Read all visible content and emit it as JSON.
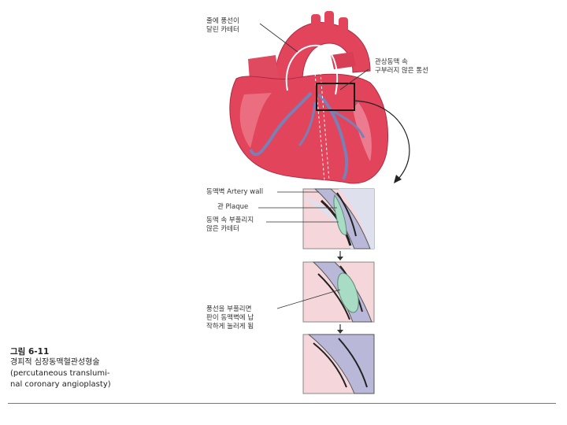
{
  "labels": {
    "top_catheter": "줄에 풍선이\n달린 카테터",
    "coronary_narrowed": "관상동맥 속\n구부러지 않은 통선",
    "artery_wall": "동맥벽 Artery wall",
    "plaque": "관 Plaque",
    "catheter_in_artery": "동맥 속 부풀리지\n않은 카테터",
    "balloon_inflated": "풍선을 부풀리면\n판이 동맥벽에 납\n작하게 눌러게 됨"
  },
  "caption": {
    "figure_number": "그림 6-11",
    "title_korean": "경피적 심장동맥혈관성형술",
    "title_english_1": "(percutaneous translumi-",
    "title_english_2": "nal coronary angioplasty)"
  },
  "colors": {
    "heart": "#e2445c",
    "heart_light": "#f3a0b0",
    "vessel": "#7a7fb4",
    "lumen": "#b9b8d8",
    "balloon": "#a8dcc4",
    "wall_pink": "#f2c0c6"
  }
}
